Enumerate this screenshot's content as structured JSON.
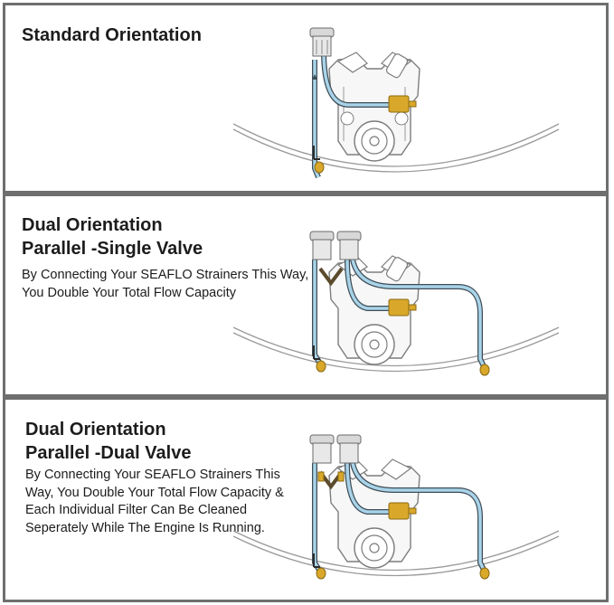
{
  "panels": [
    {
      "title_lines": [
        "Standard Orientation"
      ],
      "description": "",
      "strainers": 1,
      "valves": "none"
    },
    {
      "title_lines": [
        "Dual Orientation",
        "Parallel -Single Valve"
      ],
      "description": "By Connecting Your SEAFLO Strainers This Way, You Double Your Total Flow Capacity",
      "strainers": 2,
      "valves": "single"
    },
    {
      "title_lines": [
        "Dual Orientation",
        "Parallel -Dual Valve"
      ],
      "description": "By Connecting Your SEAFLO Strainers This Way, You Double Your Total Flow Capacity & Each Individual Filter Can Be Cleaned Seperately While The Engine Is Running.",
      "strainers": 2,
      "valves": "dual"
    }
  ],
  "colors": {
    "border": "#6f6f6f",
    "hose": "#a9d3e8",
    "hose_outline": "#3e4d57",
    "pump": "#d9a82a",
    "valve": "#d9a82a",
    "engine_line": "#8a8a8a"
  },
  "icons": [
    "raw-water-strainer-icon",
    "engine-icon",
    "water-pump-icon",
    "seacock-valve-icon",
    "flow-arrow-icon"
  ]
}
